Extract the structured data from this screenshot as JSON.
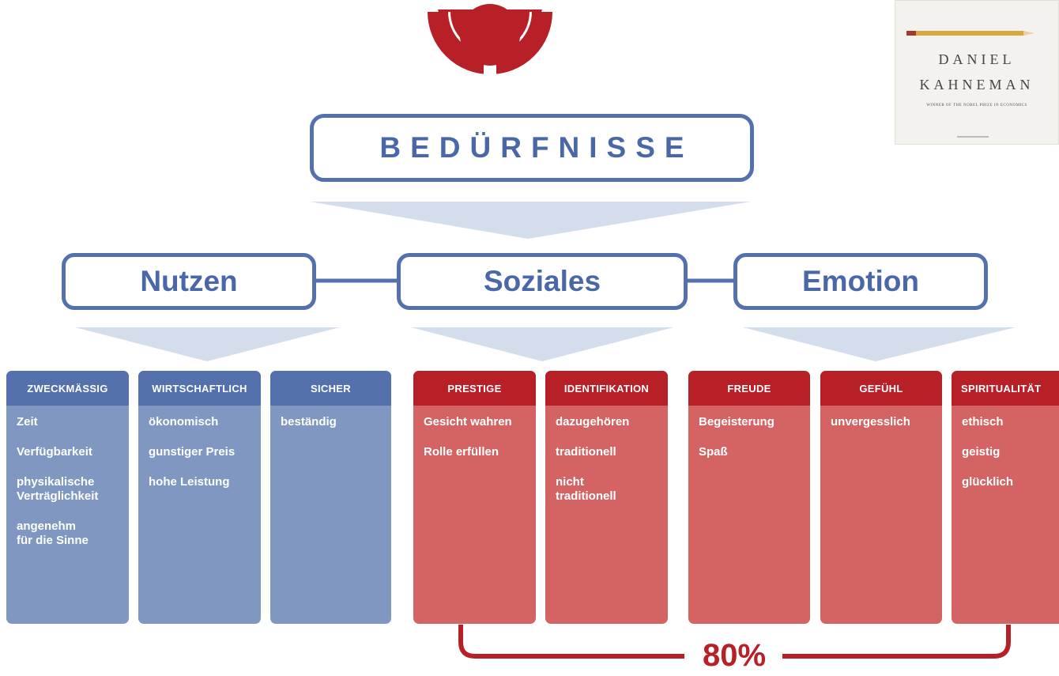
{
  "title": "BEDÜRFNISSE",
  "categories": [
    {
      "label": "Nutzen"
    },
    {
      "label": "Soziales"
    },
    {
      "label": "Emotion"
    }
  ],
  "cards": [
    {
      "title": "ZWECKMÄSSIG",
      "items": [
        "Zeit",
        "Verfügbarkeit",
        "physikalische\nVerträglichkeit",
        "angenehm\nfür die Sinne"
      ]
    },
    {
      "title": "WIRTSCHAFTLICH",
      "items": [
        "ökonomisch",
        "gunstiger Preis",
        "hohe Leistung"
      ]
    },
    {
      "title": "SICHER",
      "items": [
        "beständig"
      ]
    },
    {
      "title": "PRESTIGE",
      "items": [
        "Gesicht wahren",
        "Rolle erfüllen"
      ]
    },
    {
      "title": "IDENTIFIKATION",
      "items": [
        "dazugehören",
        "traditionell",
        "nicht\ntraditionell"
      ]
    },
    {
      "title": "FREUDE",
      "items": [
        "Begeisterung",
        "Spaß"
      ]
    },
    {
      "title": "GEFÜHL",
      "items": [
        "unvergesslich"
      ]
    },
    {
      "title": "SPIRITUALITÄT",
      "items": [
        "ethisch",
        "geistig",
        "glücklich"
      ]
    }
  ],
  "share_label": "80%",
  "book": {
    "author_first": "DANIEL",
    "author_last": "KAHNEMAN",
    "tagline": "WINNER OF THE NOBEL PRIZE IN ECONOMICS"
  },
  "colors": {
    "blue": "#5470ad",
    "light_blue": "#7f97c1",
    "red": "#b82028",
    "light_red": "#d46464",
    "arrow": "#d4ddeb"
  }
}
